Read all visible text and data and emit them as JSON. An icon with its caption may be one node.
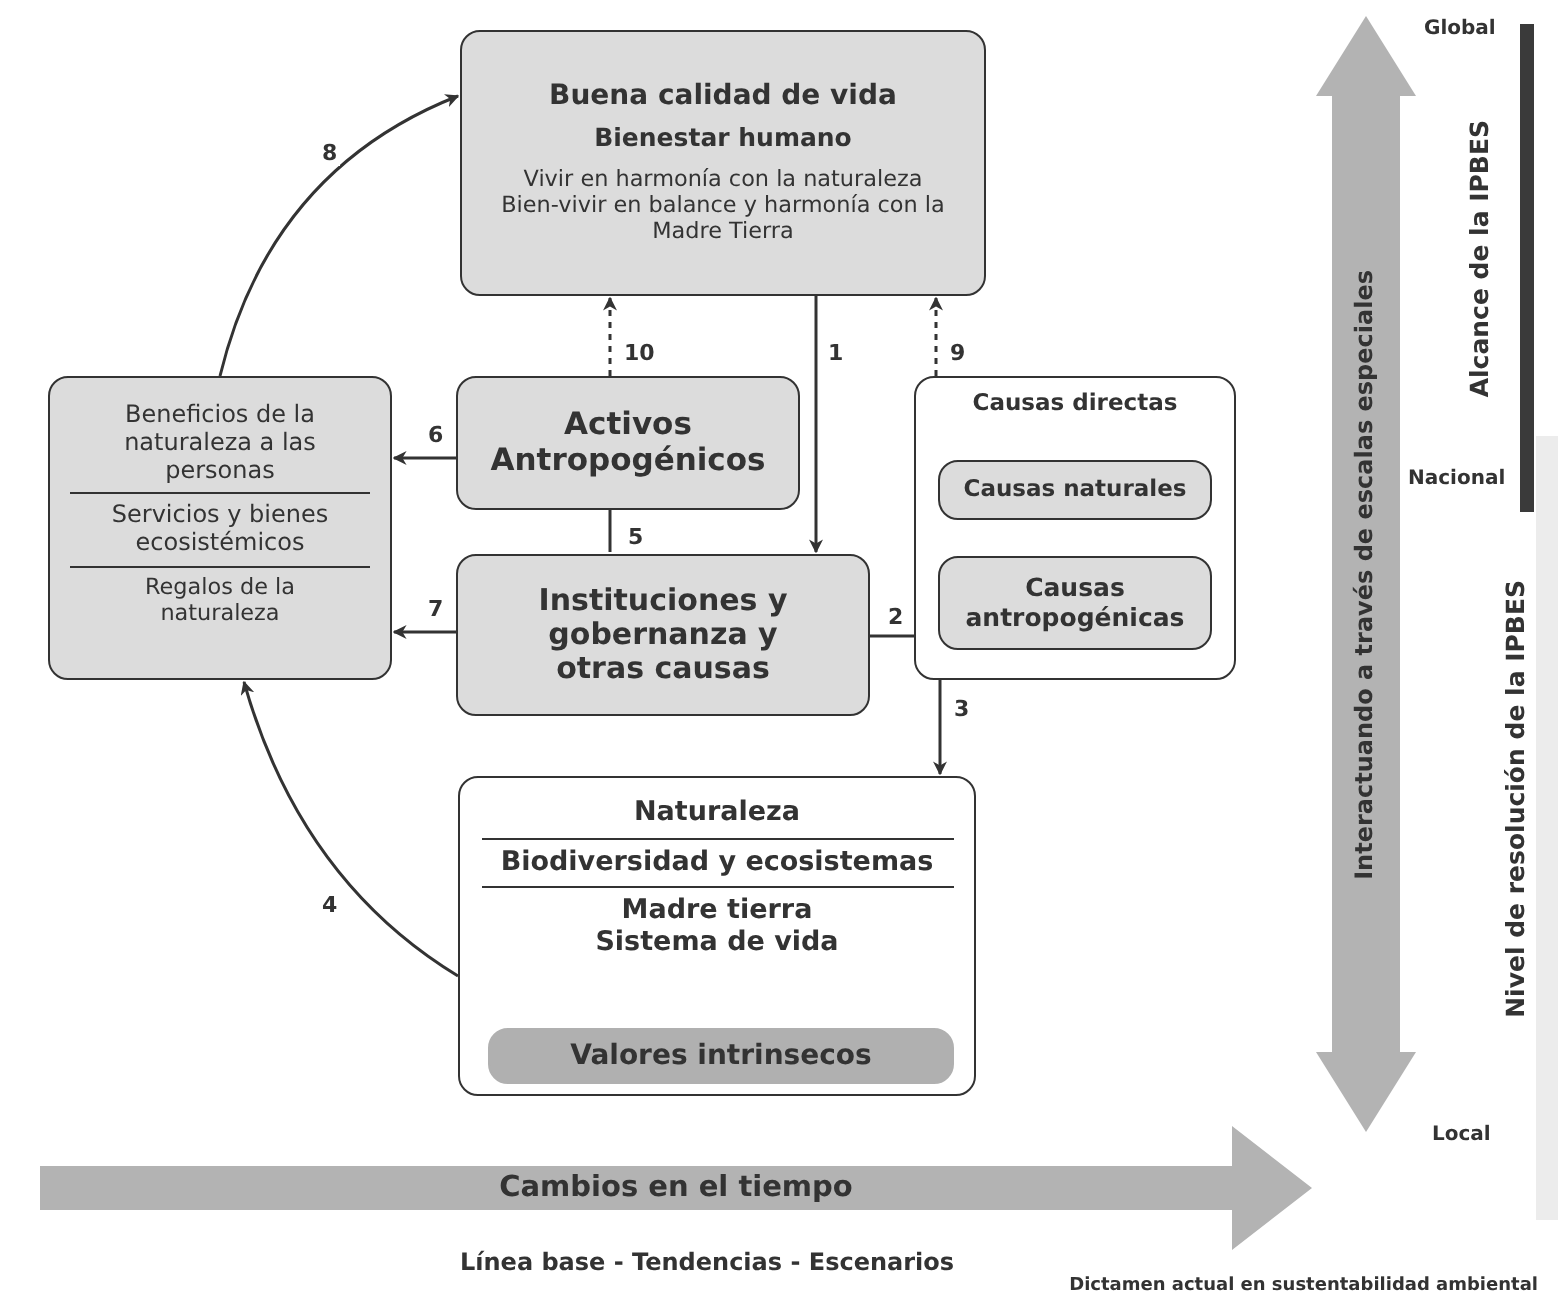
{
  "diagram": {
    "caption": "Dictamen actual en sustentabilidad ambiental",
    "nodes": [
      {
        "text": [
          "Buena calidad de vida",
          "Bienestar humano",
          "Vivir en harmonía con la naturaleza",
          "Bien-vivir en balance y harmonía con la Madre Tierra"
        ]
      },
      {
        "text": [
          "Beneficios de la naturaleza a las personas",
          "Servicios y bienes ecosistémicos",
          "Regalos de la naturaleza"
        ]
      },
      {
        "text": [
          "Activos Antropogénicos"
        ]
      },
      {
        "text": [
          "Causas directas"
        ]
      },
      {
        "text": [
          "Causas naturales"
        ],
        "in": 3
      },
      {
        "text": [
          "Causas antropogénicas"
        ],
        "in": 3
      },
      {
        "text": [
          "Instituciones y gobernanza y otras causas"
        ]
      },
      {
        "text": [
          "Naturaleza",
          "Biodiversidad y ecosistemas",
          "Madre tierra Sistema de vida"
        ]
      },
      {
        "text": [
          "Valores intrinsecos"
        ],
        "in": 7
      },
      {
        "text": [
          "Cambios en el tiempo"
        ]
      },
      {
        "text": [
          "Interactuando a través de escalas especiales"
        ]
      }
    ],
    "edges": [
      {
        "from": 0,
        "to": 6,
        "arrow": "to",
        "label": "1"
      },
      {
        "from": 6,
        "to": 5,
        "arrow": "to",
        "label": "2"
      },
      {
        "from": 3,
        "to": 7,
        "arrow": "to",
        "label": "3"
      },
      {
        "from": 7,
        "to": 1,
        "arrow": "to",
        "label": "4"
      },
      {
        "from": 2,
        "to": 6,
        "arrow": "none",
        "label": "5"
      },
      {
        "from": 2,
        "to": 1,
        "arrow": "to",
        "label": "6"
      },
      {
        "from": 6,
        "to": 1,
        "arrow": "to",
        "label": "7"
      },
      {
        "from": 1,
        "to": 0,
        "arrow": "to",
        "label": "8"
      },
      {
        "from": 3,
        "to": 0,
        "arrow": "to",
        "label": "9",
        "style": "dashed"
      },
      {
        "from": 2,
        "to": 0,
        "arrow": "to",
        "label": "10",
        "style": "dashed"
      }
    ],
    "labels": [
      "Global",
      "Alcance de la IPBES",
      "Nacional",
      "Nivel de resolución de la IPBES",
      "Local",
      "Línea base - Tendencias - Escenarios"
    ]
  }
}
